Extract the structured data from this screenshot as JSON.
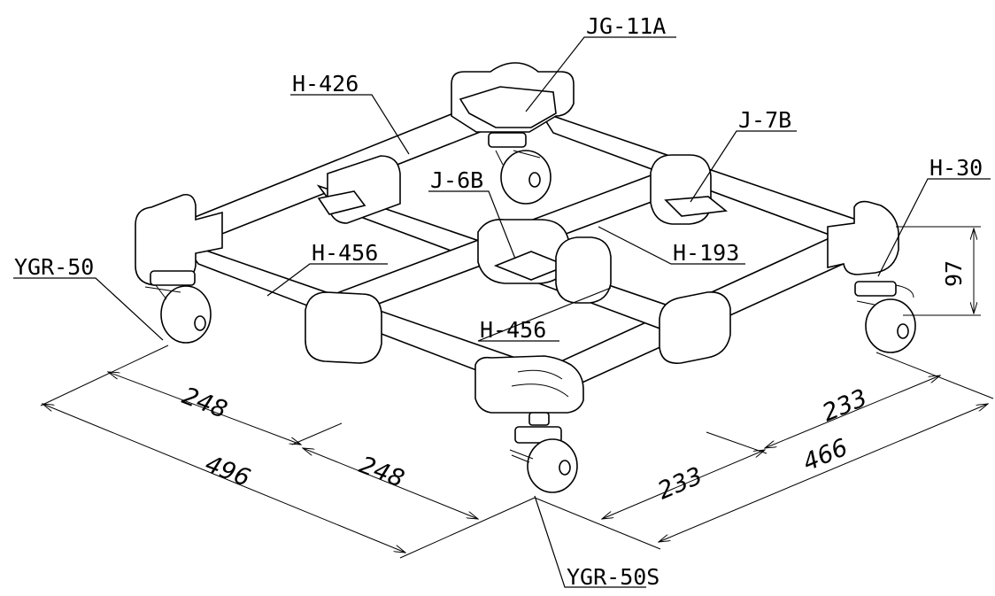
{
  "labels": {
    "jg11a": "JG-11A",
    "h426": "H-426",
    "j7b": "J-7B",
    "h30": "H-30",
    "j6b": "J-6B",
    "h193": "H-193",
    "h456_left": "H-456",
    "h456_center": "H-456",
    "ygr50": "YGR-50",
    "ygr50s": "YGR-50S"
  },
  "dimensions": {
    "left_upper_half": "248",
    "left_lower_half": "248",
    "left_total": "496",
    "right_upper_half": "233",
    "right_lower_half": "233",
    "right_total": "466",
    "height": "97"
  }
}
